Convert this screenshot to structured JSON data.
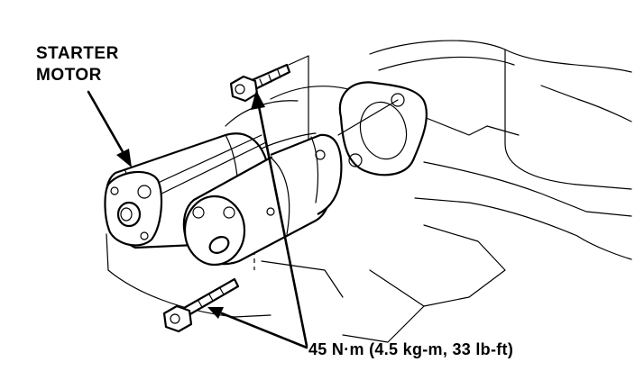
{
  "labels": {
    "starter_motor_line1": "STARTER",
    "starter_motor_line2": "MOTOR",
    "torque_spec": "45 N·m (4.5 kg-m, 33 lb-ft)"
  },
  "colors": {
    "ink": "#000000",
    "background": "#ffffff"
  }
}
